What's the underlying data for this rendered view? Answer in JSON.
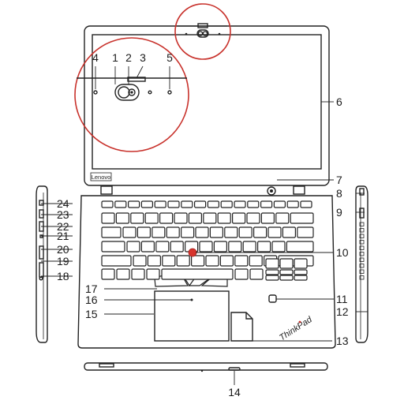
{
  "brand": {
    "lid_logo": "Lenovo",
    "palmrest_logo": "ThinkPad"
  },
  "callouts": [
    {
      "id": "1",
      "label": "1"
    },
    {
      "id": "2",
      "label": "2"
    },
    {
      "id": "3",
      "label": "3"
    },
    {
      "id": "4",
      "label": "4"
    },
    {
      "id": "5",
      "label": "5"
    },
    {
      "id": "6",
      "label": "6"
    },
    {
      "id": "7",
      "label": "7"
    },
    {
      "id": "8",
      "label": "8"
    },
    {
      "id": "9",
      "label": "9"
    },
    {
      "id": "10",
      "label": "10"
    },
    {
      "id": "11",
      "label": "11"
    },
    {
      "id": "12",
      "label": "12"
    },
    {
      "id": "13",
      "label": "13"
    },
    {
      "id": "14",
      "label": "14"
    },
    {
      "id": "15",
      "label": "15"
    },
    {
      "id": "16",
      "label": "16"
    },
    {
      "id": "17",
      "label": "17"
    },
    {
      "id": "18",
      "label": "18"
    },
    {
      "id": "19",
      "label": "19"
    },
    {
      "id": "20",
      "label": "20"
    },
    {
      "id": "21",
      "label": "21"
    },
    {
      "id": "22",
      "label": "22"
    },
    {
      "id": "23",
      "label": "23"
    },
    {
      "id": "24",
      "label": "24"
    }
  ],
  "colors": {
    "outline": "#222222",
    "accent_red": "#c8312b",
    "trackpoint": "#d7342c",
    "background": "#ffffff"
  }
}
